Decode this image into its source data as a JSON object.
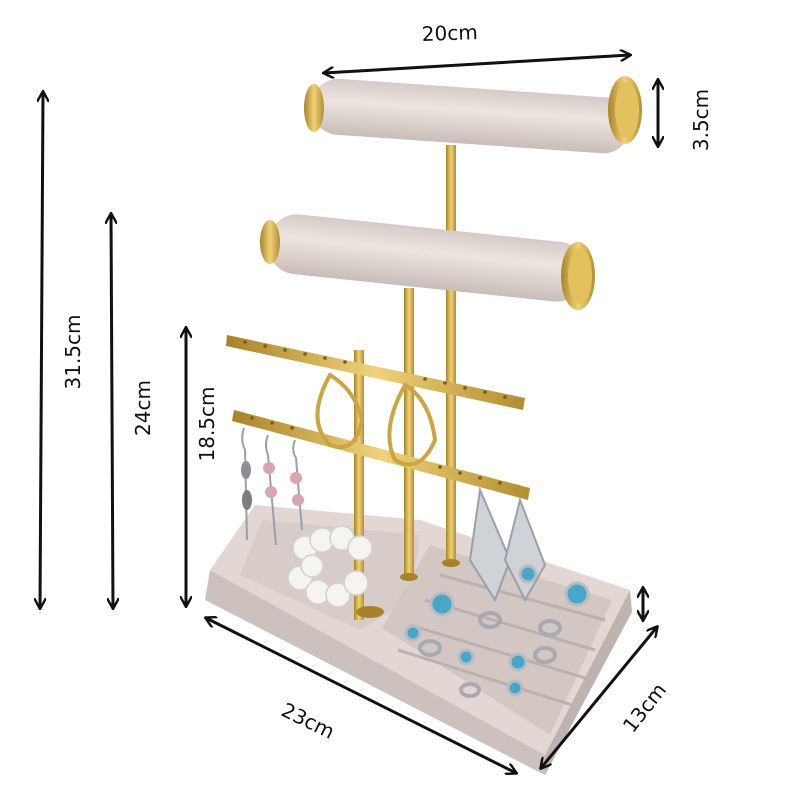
{
  "dimensions": {
    "top_bar_length": "20cm",
    "bar_diameter": "3.5cm",
    "total_height": "31.5cm",
    "middle_bar_height": "24cm",
    "earring_bar_height": "18.5cm",
    "tray_length": "23cm",
    "tray_width": "13cm"
  },
  "colors": {
    "velvet": "#e6dcd8",
    "velvet_shadow": "#cbbfbb",
    "gold": "#d9b24a",
    "gold_dark": "#a8822a",
    "arrow": "#111111",
    "turquoise": "#4aa6c8",
    "silver": "#b8bcc2",
    "pearl": "#f6f4f0"
  }
}
